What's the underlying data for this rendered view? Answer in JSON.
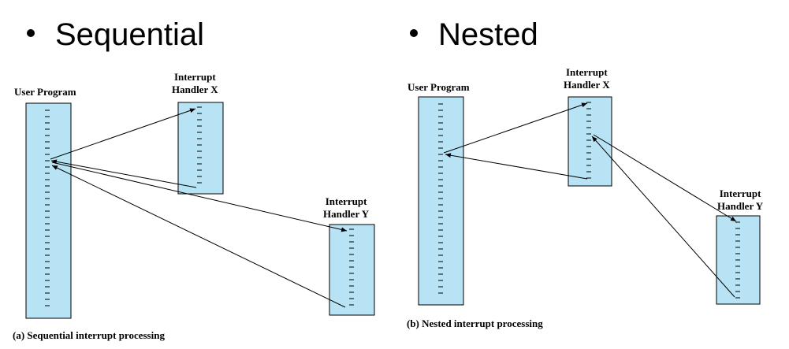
{
  "left": {
    "heading": "Sequential",
    "user_program": "User Program",
    "handler_x": [
      "Interrupt",
      "Handler X"
    ],
    "handler_y": [
      "Interrupt",
      "Handler Y"
    ],
    "caption": "(a) Sequential interrupt processing"
  },
  "right": {
    "heading": "Nested",
    "user_program": "User Program",
    "handler_x": [
      "Interrupt",
      "Handler X"
    ],
    "handler_y": [
      "Interrupt",
      "Handler Y"
    ],
    "caption": "(b) Nested interrupt processing"
  },
  "colors": {
    "box_fill": "#b7e3f4",
    "line": "#000000"
  }
}
